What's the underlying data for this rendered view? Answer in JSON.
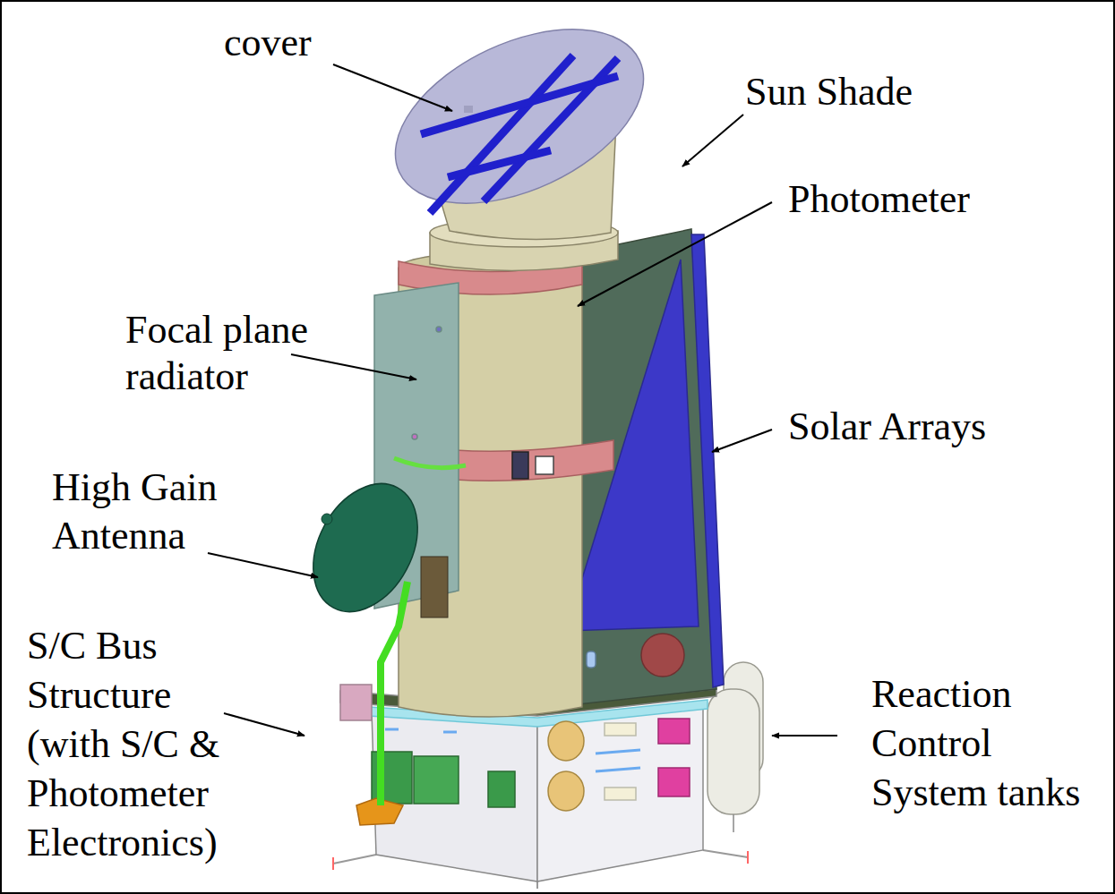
{
  "diagram": {
    "labels": [
      "cover",
      "Sun Shade",
      "Photometer",
      "Focal plane radiator",
      "Solar Arrays",
      "High Gain Antenna",
      "S/C Bus Structure (with S/C & Photometer Electronics)",
      "Reaction Control System tanks"
    ]
  }
}
